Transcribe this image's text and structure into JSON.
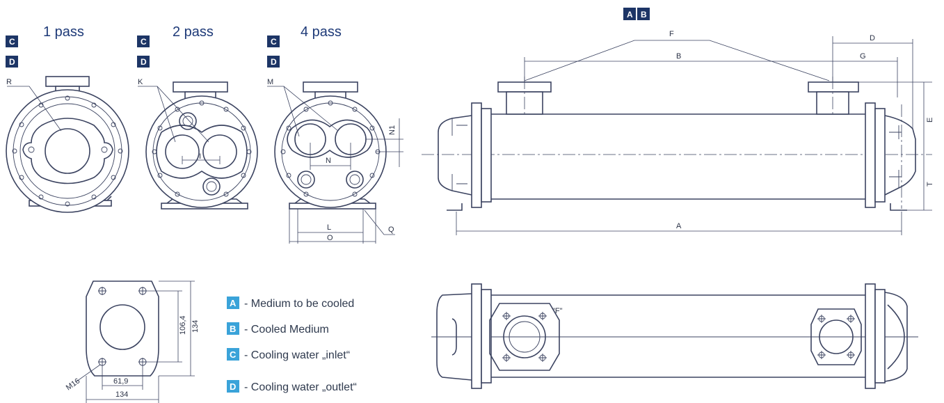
{
  "colors": {
    "badge_dark": "#1d3566",
    "badge_light": "#3aa3d9",
    "line": "#3b4360",
    "title": "#1e3a78"
  },
  "pass_views": [
    {
      "title": "1 pass",
      "badges": [
        "C",
        "D"
      ],
      "label": "R"
    },
    {
      "title": "2 pass",
      "badges": [
        "C",
        "D"
      ],
      "label": "K",
      "dim": "I"
    },
    {
      "title": "4 pass",
      "badges": [
        "C",
        "D"
      ],
      "label": "M",
      "dims": [
        "N1",
        "N",
        "L",
        "O",
        "Q"
      ]
    }
  ],
  "top_badges": [
    "A",
    "B"
  ],
  "side_view_dims": {
    "F": "F",
    "B": "B",
    "D": "D",
    "G": "G",
    "E": "E",
    "T": "T",
    "A": "A"
  },
  "flange_detail": {
    "thread": "M16",
    "height_inner": "106,4",
    "height_outer": "134",
    "width_inner": "61,9",
    "width_outer": "134"
  },
  "plan_view_label": "\"F\"",
  "legend": [
    {
      "letter": "A",
      "text": "- Medium to be cooled"
    },
    {
      "letter": "B",
      "text": "- Cooled Medium"
    },
    {
      "letter": "C",
      "text": "- Cooling water „inlet“"
    },
    {
      "letter": "D",
      "text": "- Cooling water „outlet“"
    }
  ]
}
